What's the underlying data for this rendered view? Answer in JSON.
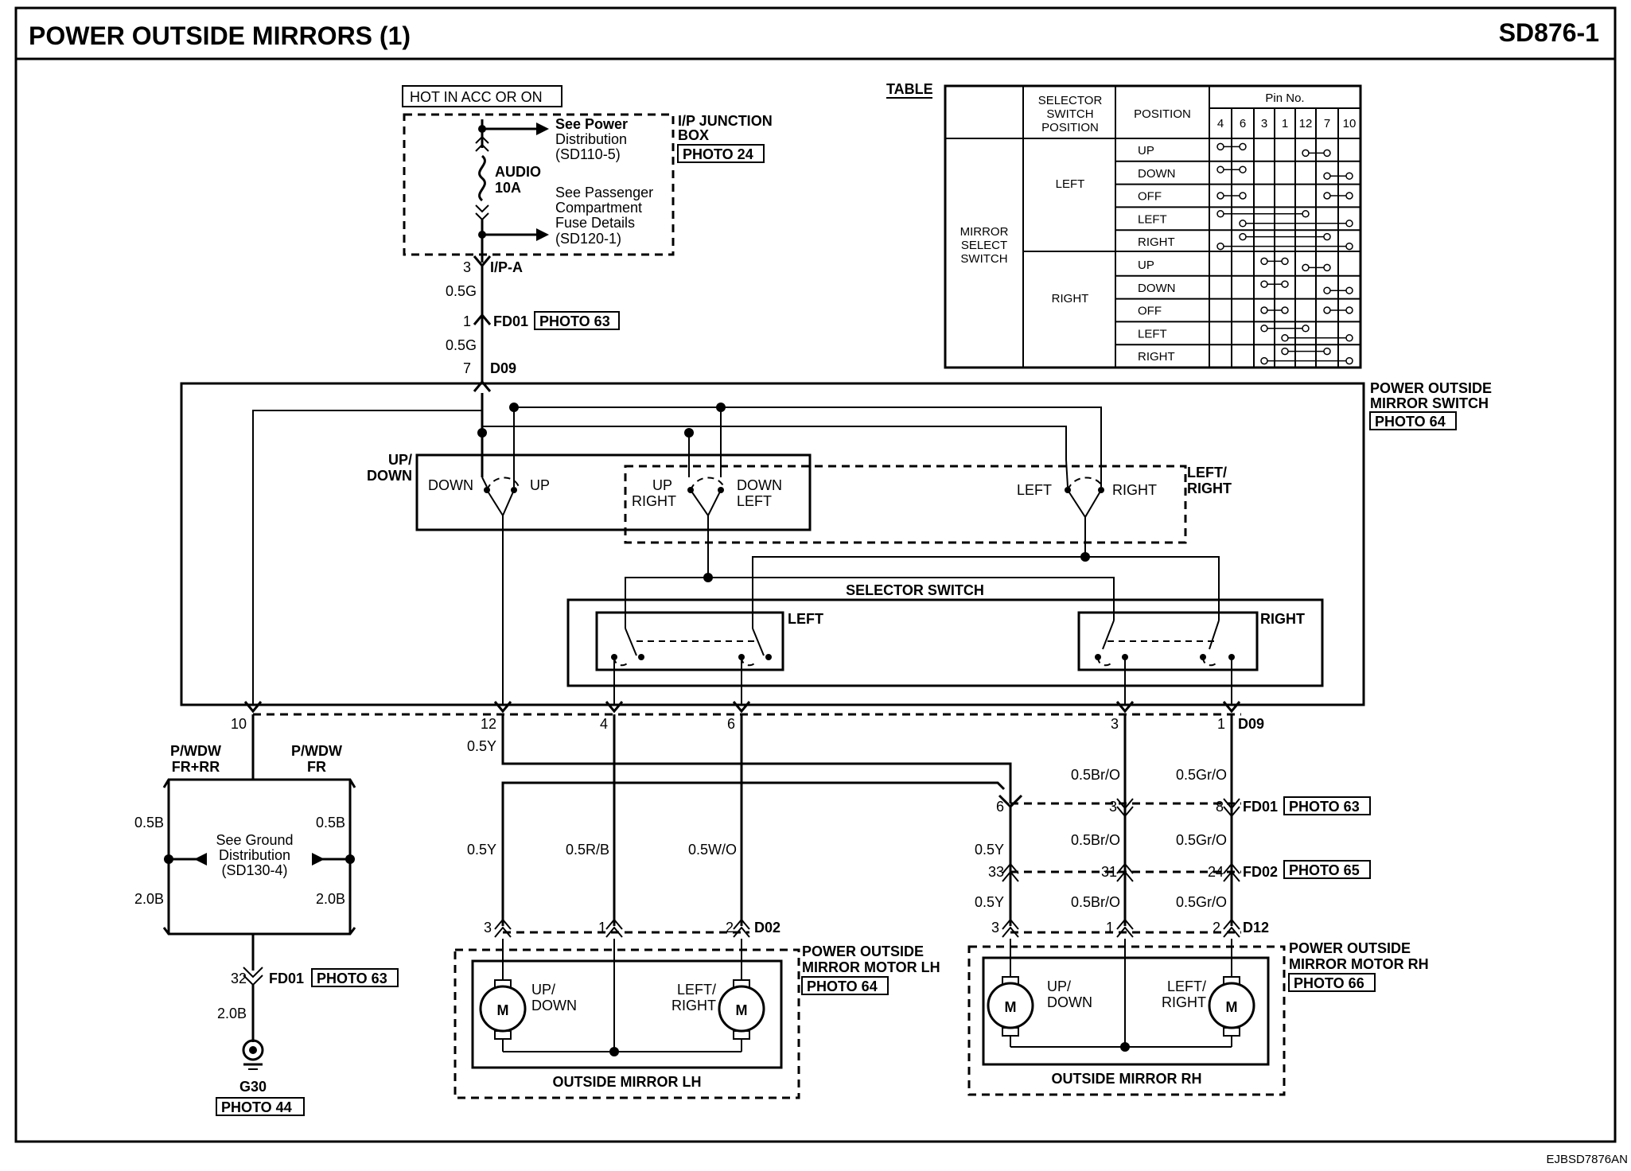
{
  "header": {
    "title": "POWER OUTSIDE MIRRORS (1)",
    "code": "SD876-1"
  },
  "footer": {
    "code": "EJBSD7876AN"
  },
  "supply": {
    "hot": "HOT IN ACC OR ON",
    "junction_box": [
      "I/P JUNCTION",
      "BOX"
    ],
    "junction_photo": "PHOTO 24",
    "fuse": [
      "AUDIO",
      "10A"
    ],
    "see_power": [
      "See Power",
      "Distribution",
      "(SD110-5)"
    ],
    "see_passenger": [
      "See Passenger",
      "Compartment",
      "Fuse Details",
      "(SD120-1)"
    ]
  },
  "connectors": {
    "ipa_pin": "3",
    "ipa": "I/P-A",
    "fd01_pin": "1",
    "fd01": "FD01",
    "fd01_photo": "PHOTO 63",
    "d09_pin": "7",
    "d09": "D09",
    "wire_05g": "0.5G"
  },
  "switch": {
    "name": [
      "POWER OUTSIDE",
      "MIRROR SWITCH"
    ],
    "photo": "PHOTO 64",
    "updown": [
      "UP/",
      "DOWN"
    ],
    "down": "DOWN",
    "up": "UP",
    "up2": "UP",
    "right2": "RIGHT",
    "down2": "DOWN",
    "left2": "LEFT",
    "leftright": [
      "LEFT/",
      "RIGHT"
    ],
    "left3": "LEFT",
    "right3": "RIGHT",
    "selector": "SELECTOR SWITCH",
    "sel_left": "LEFT",
    "sel_right": "RIGHT"
  },
  "pins": {
    "p10": "10",
    "p12": "12",
    "p4": "4",
    "p6": "6",
    "p3": "3",
    "p1": "1",
    "d09": "D09"
  },
  "ground": {
    "pwdw_frrr": [
      "P/WDW",
      "FR+RR"
    ],
    "pwdw_fr": [
      "P/WDW",
      "FR"
    ],
    "w05b": "0.5B",
    "w20b": "2.0B",
    "see_ground": [
      "See Ground",
      "Distribution",
      "(SD130-4)"
    ],
    "pin32": "32",
    "fd01": "FD01",
    "photo63": "PHOTO 63",
    "g30": "G30",
    "photo44": "PHOTO 44"
  },
  "lh": {
    "w05y": "0.5Y",
    "w05rb": "0.5R/B",
    "w05wo": "0.5W/O",
    "pin3": "3",
    "pin1": "1",
    "pin2": "2",
    "conn": "D02",
    "name": [
      "POWER OUTSIDE",
      "MIRROR  MOTOR LH"
    ],
    "photo": "PHOTO 64",
    "updown": [
      "UP/",
      "DOWN"
    ],
    "leftright": [
      "LEFT/",
      "RIGHT"
    ],
    "m": "M",
    "label": "OUTSIDE MIRROR LH"
  },
  "rh": {
    "w05y": "0.5Y",
    "w05bro": "0.5Br/O",
    "w05gro": "0.5Gr/O",
    "fd01_pins": [
      "6",
      "3",
      "8"
    ],
    "fd01": "FD01",
    "fd01_photo": "PHOTO 63",
    "fd02_pins": [
      "33",
      "31",
      "24"
    ],
    "fd02": "FD02",
    "fd02_photo": "PHOTO 65",
    "d12_pins": [
      "3",
      "1",
      "2"
    ],
    "d12": "D12",
    "name": [
      "POWER OUTSIDE",
      "MIRROR  MOTOR RH"
    ],
    "photo": "PHOTO 66",
    "updown": [
      "UP/",
      "DOWN"
    ],
    "leftright": [
      "LEFT/",
      "RIGHT"
    ],
    "m": "M",
    "label": "OUTSIDE MIRROR RH"
  },
  "table": {
    "caption": "TABLE",
    "h_selector": [
      "SELECTOR",
      "SWITCH",
      "POSITION"
    ],
    "h_position": "POSITION",
    "h_pin": "Pin No.",
    "pins": [
      "4",
      "6",
      "3",
      "1",
      "12",
      "7",
      "10"
    ],
    "group": [
      "MIRROR",
      "SELECT",
      "SWITCH"
    ],
    "sides": [
      "LEFT",
      "RIGHT"
    ],
    "positions": [
      "UP",
      "DOWN",
      "OFF",
      "LEFT",
      "RIGHT",
      "UP",
      "DOWN",
      "OFF",
      "LEFT",
      "RIGHT"
    ]
  }
}
